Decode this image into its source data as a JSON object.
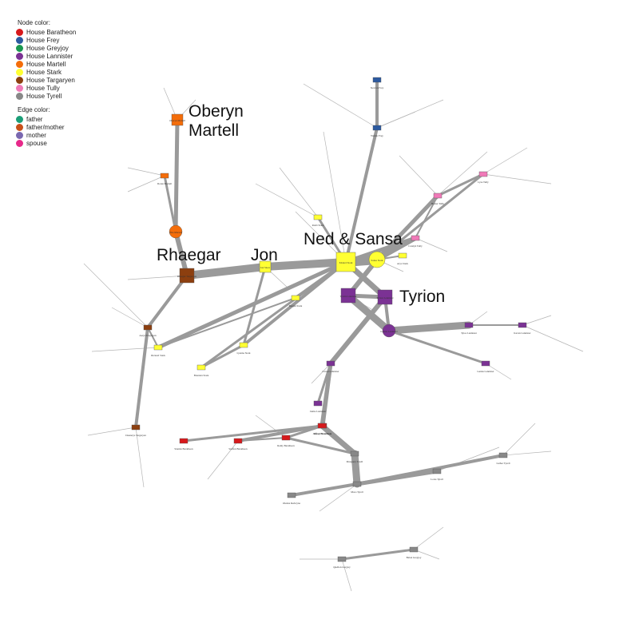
{
  "legend": {
    "node_title": "Node color:",
    "edge_title": "Edge color:",
    "node_colors": [
      {
        "label": "House Baratheon",
        "color": "#d7191c"
      },
      {
        "label": "House Frey",
        "color": "#2c5aa0"
      },
      {
        "label": "House Greyjoy",
        "color": "#1a9850"
      },
      {
        "label": "House Lannister",
        "color": "#7b3294"
      },
      {
        "label": "House Martell",
        "color": "#f46d0a"
      },
      {
        "label": "House Stark",
        "color": "#ffff33"
      },
      {
        "label": "House Targaryen",
        "color": "#8c3f0f"
      },
      {
        "label": "House Tully",
        "color": "#f07ab8"
      },
      {
        "label": "House Tyrell",
        "color": "#888888"
      }
    ],
    "edge_colors": [
      {
        "label": "father",
        "color": "#1b9e77"
      },
      {
        "label": "father/mother",
        "color": "#c8501a"
      },
      {
        "label": "mother",
        "color": "#7a68b0"
      },
      {
        "label": "spouse",
        "color": "#e7298a"
      }
    ]
  },
  "annotations": {
    "oberyn": "Oberyn\nMartell",
    "rhaegar": "Rhaegar",
    "jon": "Jon",
    "ned_sansa": "Ned & Sansa",
    "tyrion": "Tyrion"
  },
  "colors": {
    "edge": "#9a9a9a",
    "baratheon": "#d7191c",
    "frey": "#2c5aa0",
    "lannister": "#7b3294",
    "martell": "#f46d0a",
    "stark": "#ffff33",
    "targaryen": "#8c3f0f",
    "tully": "#f07ab8",
    "tyrell": "#888888"
  },
  "nodes": [
    {
      "id": "ned",
      "label": "Eddard Stark",
      "house": "stark",
      "shape": "square"
    },
    {
      "id": "sansa",
      "label": "Sansa Stark",
      "house": "stark",
      "shape": "circle"
    },
    {
      "id": "tyrion",
      "label": "Tyrion Lannister",
      "house": "lannister",
      "shape": "square"
    },
    {
      "id": "tywin",
      "label": "Tywin Lannister",
      "house": "lannister",
      "shape": "square"
    },
    {
      "id": "joanna",
      "label": "Joanna Lannister",
      "house": "lannister",
      "shape": "circle"
    },
    {
      "id": "rhaegar",
      "label": "Rhaegar Targaryen",
      "house": "targaryen",
      "shape": "square"
    },
    {
      "id": "jon",
      "label": "Jon Snow",
      "house": "stark",
      "shape": "square"
    },
    {
      "id": "elia",
      "label": "Elia Martell",
      "house": "martell",
      "shape": "circle"
    },
    {
      "id": "oberyn",
      "label": "Oberyn Martell",
      "house": "martell",
      "shape": "square"
    },
    {
      "id": "doran",
      "label": "Doran Martell",
      "house": "martell",
      "shape": "small"
    },
    {
      "id": "aerys",
      "label": "Aerys Targaryen",
      "house": "targaryen",
      "shape": "small"
    },
    {
      "id": "daenerys",
      "label": "Daenerys Targaryen",
      "house": "targaryen",
      "shape": "small"
    },
    {
      "id": "rickard",
      "label": "Rickard Stark",
      "house": "stark",
      "shape": "small"
    },
    {
      "id": "lyanna",
      "label": "Lyanna Stark",
      "house": "stark",
      "shape": "small"
    },
    {
      "id": "brandon",
      "label": "Brandon Stark",
      "house": "stark",
      "shape": "small"
    },
    {
      "id": "benjen",
      "label": "Benjen Stark",
      "house": "stark",
      "shape": "small"
    },
    {
      "id": "catelyn",
      "label": "Catelyn Tully",
      "house": "tully",
      "shape": "small"
    },
    {
      "id": "hoster",
      "label": "Hoster Tully",
      "house": "tully",
      "shape": "small"
    },
    {
      "id": "lysa",
      "label": "Lysa Tully",
      "house": "tully",
      "shape": "small"
    },
    {
      "id": "walder",
      "label": "Walder Frey",
      "house": "frey",
      "shape": "small"
    },
    {
      "id": "stevron",
      "label": "Stevron Frey",
      "house": "frey",
      "shape": "small"
    },
    {
      "id": "cersei",
      "label": "Cersei Lannister",
      "house": "lannister",
      "shape": "small"
    },
    {
      "id": "jaime",
      "label": "Jaime Lannister",
      "house": "lannister",
      "shape": "small"
    },
    {
      "id": "kevan",
      "label": "Kevan Lannister",
      "house": "lannister",
      "shape": "small"
    },
    {
      "id": "tytos",
      "label": "Tytos Lannister",
      "house": "lannister",
      "shape": "small"
    },
    {
      "id": "genna",
      "label": "Genna Lannister",
      "house": "lannister",
      "shape": "small"
    },
    {
      "id": "robert",
      "label": "Robert Baratheon",
      "house": "baratheon",
      "shape": "small"
    },
    {
      "id": "stannis",
      "label": "Stannis Baratheon",
      "house": "baratheon",
      "shape": "small"
    },
    {
      "id": "renly",
      "label": "Renly Baratheon",
      "house": "baratheon",
      "shape": "small"
    },
    {
      "id": "joffrey",
      "label": "Joffrey Baratheon",
      "house": "baratheon",
      "shape": "small"
    },
    {
      "id": "steffon",
      "label": "Steffon Baratheon",
      "house": "baratheon",
      "shape": "small"
    },
    {
      "id": "margaery",
      "label": "Margaery Tyrell",
      "house": "tyrell",
      "shape": "small"
    },
    {
      "id": "mace",
      "label": "Mace Tyrell",
      "house": "tyrell",
      "shape": "small"
    },
    {
      "id": "olenna",
      "label": "Olenna Redwyne",
      "house": "tyrell",
      "shape": "small"
    },
    {
      "id": "loras",
      "label": "Loras Tyrell",
      "house": "tyrell",
      "shape": "small"
    },
    {
      "id": "luthor",
      "label": "Luthor Tyrell",
      "house": "tyrell",
      "shape": "small"
    },
    {
      "id": "arya",
      "label": "Arya Stark",
      "house": "stark",
      "shape": "small"
    },
    {
      "id": "robb",
      "label": "Robb Stark",
      "house": "stark",
      "shape": "small"
    },
    {
      "id": "quellon",
      "label": "Quellon Greyjoy",
      "house": "tyrell",
      "shape": "small"
    },
    {
      "id": "balon",
      "label": "Balon Greyjoy",
      "house": "tyrell",
      "shape": "small"
    }
  ],
  "edges": [
    [
      "ned",
      "sansa",
      12
    ],
    [
      "ned",
      "jon",
      10
    ],
    [
      "jon",
      "rhaegar",
      10
    ],
    [
      "ned",
      "tyrion",
      7
    ],
    [
      "ned",
      "rickard",
      5
    ],
    [
      "ned",
      "catelyn",
      5
    ],
    [
      "ned",
      "benjen",
      4
    ],
    [
      "ned",
      "lyanna",
      4
    ],
    [
      "ned",
      "brandon",
      3
    ],
    [
      "ned",
      "walder",
      4
    ],
    [
      "ned",
      "robb",
      3
    ],
    [
      "sansa",
      "tywin",
      6
    ],
    [
      "sansa",
      "catelyn",
      6
    ],
    [
      "sansa",
      "hoster",
      5
    ],
    [
      "sansa",
      "lysa",
      3
    ],
    [
      "sansa",
      "arya",
      2
    ],
    [
      "tyrion",
      "tywin",
      5
    ],
    [
      "tywin",
      "joanna",
      9
    ],
    [
      "tyrion",
      "joanna",
      4
    ],
    [
      "joanna",
      "tytos",
      9
    ],
    [
      "joanna",
      "genna",
      3
    ],
    [
      "tytos",
      "kevan",
      2
    ],
    [
      "tyrion",
      "cersei",
      6
    ],
    [
      "cersei",
      "jaime",
      3
    ],
    [
      "cersei",
      "joffrey",
      5
    ],
    [
      "cersei",
      "robert",
      5
    ],
    [
      "robert",
      "steffon",
      4
    ],
    [
      "robert",
      "stannis",
      3
    ],
    [
      "robert",
      "renly",
      3
    ],
    [
      "joffrey",
      "margaery",
      7
    ],
    [
      "margaery",
      "mace",
      9
    ],
    [
      "mace",
      "olenna",
      4
    ],
    [
      "mace",
      "loras",
      5
    ],
    [
      "mace",
      "luthor",
      4
    ],
    [
      "renly",
      "margaery",
      3
    ],
    [
      "steffon",
      "renly",
      2
    ],
    [
      "rhaegar",
      "elia",
      6
    ],
    [
      "elia",
      "oberyn",
      5
    ],
    [
      "elia",
      "doran",
      3
    ],
    [
      "rhaegar",
      "aerys",
      4
    ],
    [
      "aerys",
      "daenerys",
      4
    ],
    [
      "aerys",
      "rickard",
      2
    ],
    [
      "jon",
      "lyanna",
      3
    ],
    [
      "lyanna",
      "brandon",
      3
    ],
    [
      "rickard",
      "benjen",
      2
    ],
    [
      "walder",
      "stevron",
      4
    ],
    [
      "hoster",
      "lysa",
      3
    ],
    [
      "catelyn",
      "hoster",
      2
    ],
    [
      "quellon",
      "balon",
      3
    ]
  ]
}
